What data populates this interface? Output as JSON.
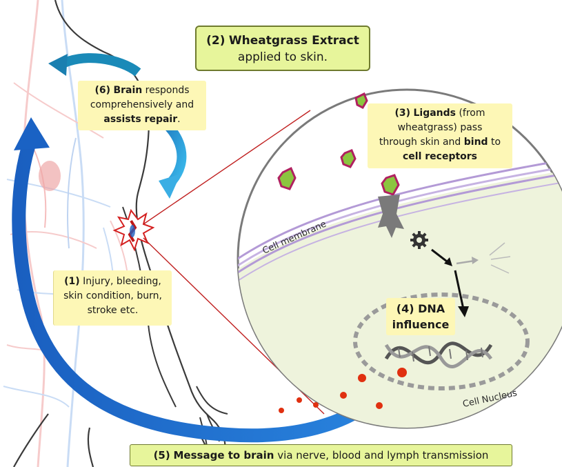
{
  "callouts": {
    "step2": {
      "number": "(2)",
      "title": "Wheatgrass Extract",
      "line2": "applied to skin."
    },
    "step6": {
      "number": "(6)",
      "bold1": "Brain",
      "rest1": " responds",
      "line2": "comprehensively and",
      "bold3": "assists repair",
      "rest3": "."
    },
    "step3": {
      "number": "(3)",
      "bold1": "Ligands",
      "rest1": " (from",
      "line2": "wheatgrass) pass",
      "rest3": "through skin and ",
      "bold3": "bind",
      "rest3b": " to",
      "bold4": "cell receptors"
    },
    "step1": {
      "number": "(1)",
      "rest1": " Injury, bleeding,",
      "line2": "skin condition, burn,",
      "line3": "stroke etc."
    },
    "step4": {
      "number": "(4)",
      "bold1": " DNA",
      "line2": "influence"
    },
    "step5": {
      "number": "(5)",
      "bold": "Message to brain",
      "rest": " via nerve, blood and lymph transmission"
    }
  },
  "labels": {
    "cell_membrane": "Cell membrane",
    "cell_nucleus": "Cell Nucleus"
  },
  "colors": {
    "arrow_blue": "#1e6fd0",
    "cell_fill": "#eef3dc",
    "membrane": "#b39ad6",
    "ligand_outer": "#b02060",
    "ligand_inner": "#8bc53f"
  },
  "icons": [
    "gear-icon",
    "dna-helix-icon",
    "injury-burst-icon",
    "ligand-hexagon-icon",
    "receptor-icon"
  ]
}
